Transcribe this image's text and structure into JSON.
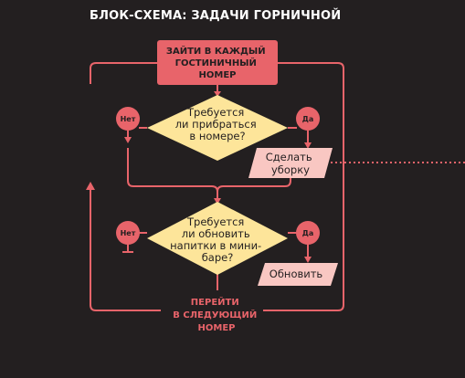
{
  "title": "БЛОК-СХЕМА: ЗАДАЧИ ГОРНИЧНОЙ",
  "colors": {
    "background": "#231f20",
    "accent_red": "#e8646a",
    "decision_yellow": "#fde59a",
    "action_pink": "#f9c7c2"
  },
  "start": {
    "lines": [
      "ЗАЙТИ В КАЖДЫЙ",
      "ГОСТИНИЧНЫЙ",
      "НОМЕР"
    ]
  },
  "decision1": {
    "lines": [
      "Требуется",
      "ли прибраться",
      "в номере?"
    ],
    "no_label": "Нет",
    "yes_label": "Да"
  },
  "action1": {
    "lines": [
      "Сделать",
      "уборку"
    ]
  },
  "decision2": {
    "lines": [
      "Требуется",
      "ли обновить",
      "напитки в мини-",
      "баре?"
    ],
    "no_label": "Нет",
    "yes_label": "Да"
  },
  "action2": {
    "lines": [
      "Обновить"
    ]
  },
  "next": {
    "lines": [
      "ПЕРЕЙТИ",
      "В СЛЕДУЮЩИЙ",
      "НОМЕР"
    ]
  }
}
